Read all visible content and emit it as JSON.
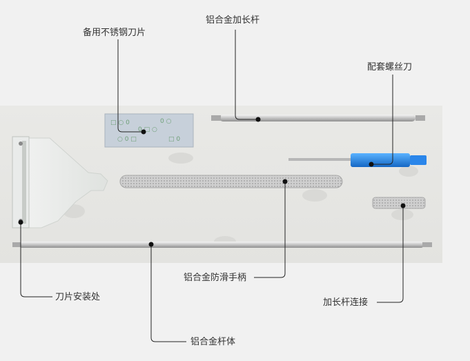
{
  "labels": {
    "spare_blade": "备用不锈钢刀片",
    "extension_rod": "铝合金加长杆",
    "screwdriver": "配套螺丝刀",
    "blade_mount": "刀片安装处",
    "handle": "铝合金防滑手柄",
    "extension_joint": "加长杆连接",
    "rod_body": "铝合金杆体"
  },
  "colors": {
    "background": "#f1f1f1",
    "tray": "#e6e6e3",
    "leader_line": "#222222",
    "screwdriver_handle": "#1f7fe0",
    "blade_pack": "#c9d2dc"
  }
}
